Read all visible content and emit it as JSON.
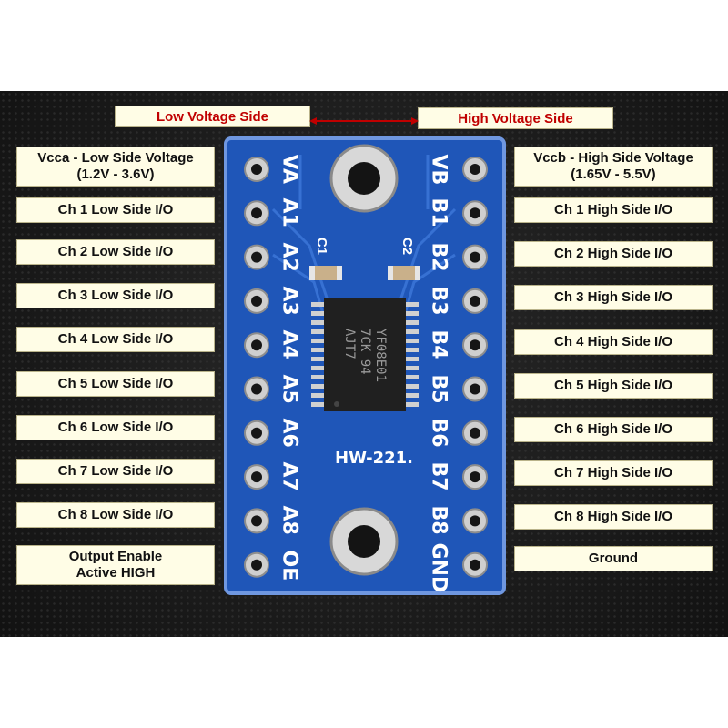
{
  "headers": {
    "low_side": "Low Voltage Side",
    "high_side": "High Voltage Side"
  },
  "left_labels": [
    {
      "line1": "Vcca - Low Side Voltage",
      "line2": "(1.2V - 3.6V)"
    },
    {
      "line1": "Ch 1 Low Side I/O"
    },
    {
      "line1": "Ch 2 Low Side I/O"
    },
    {
      "line1": "Ch 3 Low Side I/O"
    },
    {
      "line1": "Ch 4 Low Side I/O"
    },
    {
      "line1": "Ch 5 Low Side I/O"
    },
    {
      "line1": "Ch 6 Low Side I/O"
    },
    {
      "line1": "Ch 7 Low Side I/O"
    },
    {
      "line1": "Ch 8 Low Side I/O"
    },
    {
      "line1": "Output Enable",
      "line2": "Active HIGH"
    }
  ],
  "right_labels": [
    {
      "line1": "Vccb - High Side Voltage",
      "line2": "(1.65V - 5.5V)"
    },
    {
      "line1": "Ch 1 High Side I/O"
    },
    {
      "line1": "Ch 2 High Side I/O"
    },
    {
      "line1": "Ch 3 High Side I/O"
    },
    {
      "line1": "Ch 4 High Side I/O"
    },
    {
      "line1": "Ch 5 High Side I/O"
    },
    {
      "line1": "Ch 6 High Side I/O"
    },
    {
      "line1": "Ch 7 High Side I/O"
    },
    {
      "line1": "Ch 8 High Side I/O"
    },
    {
      "line1": "Ground"
    }
  ],
  "board": {
    "pins_left": [
      "VA",
      "A1",
      "A2",
      "A3",
      "A4",
      "A5",
      "A6",
      "A7",
      "A8",
      "OE"
    ],
    "pins_right": [
      "VB",
      "B1",
      "B2",
      "B3",
      "B4",
      "B5",
      "B6",
      "B7",
      "B8",
      "GND"
    ],
    "cap1": "C1",
    "cap2": "C2",
    "model": "HW-221.",
    "chip_text": [
      "YF08E01",
      "7CK 94",
      "AJT7"
    ],
    "pcb_color": "#1f56b8",
    "header_text_color": "#c00000"
  }
}
